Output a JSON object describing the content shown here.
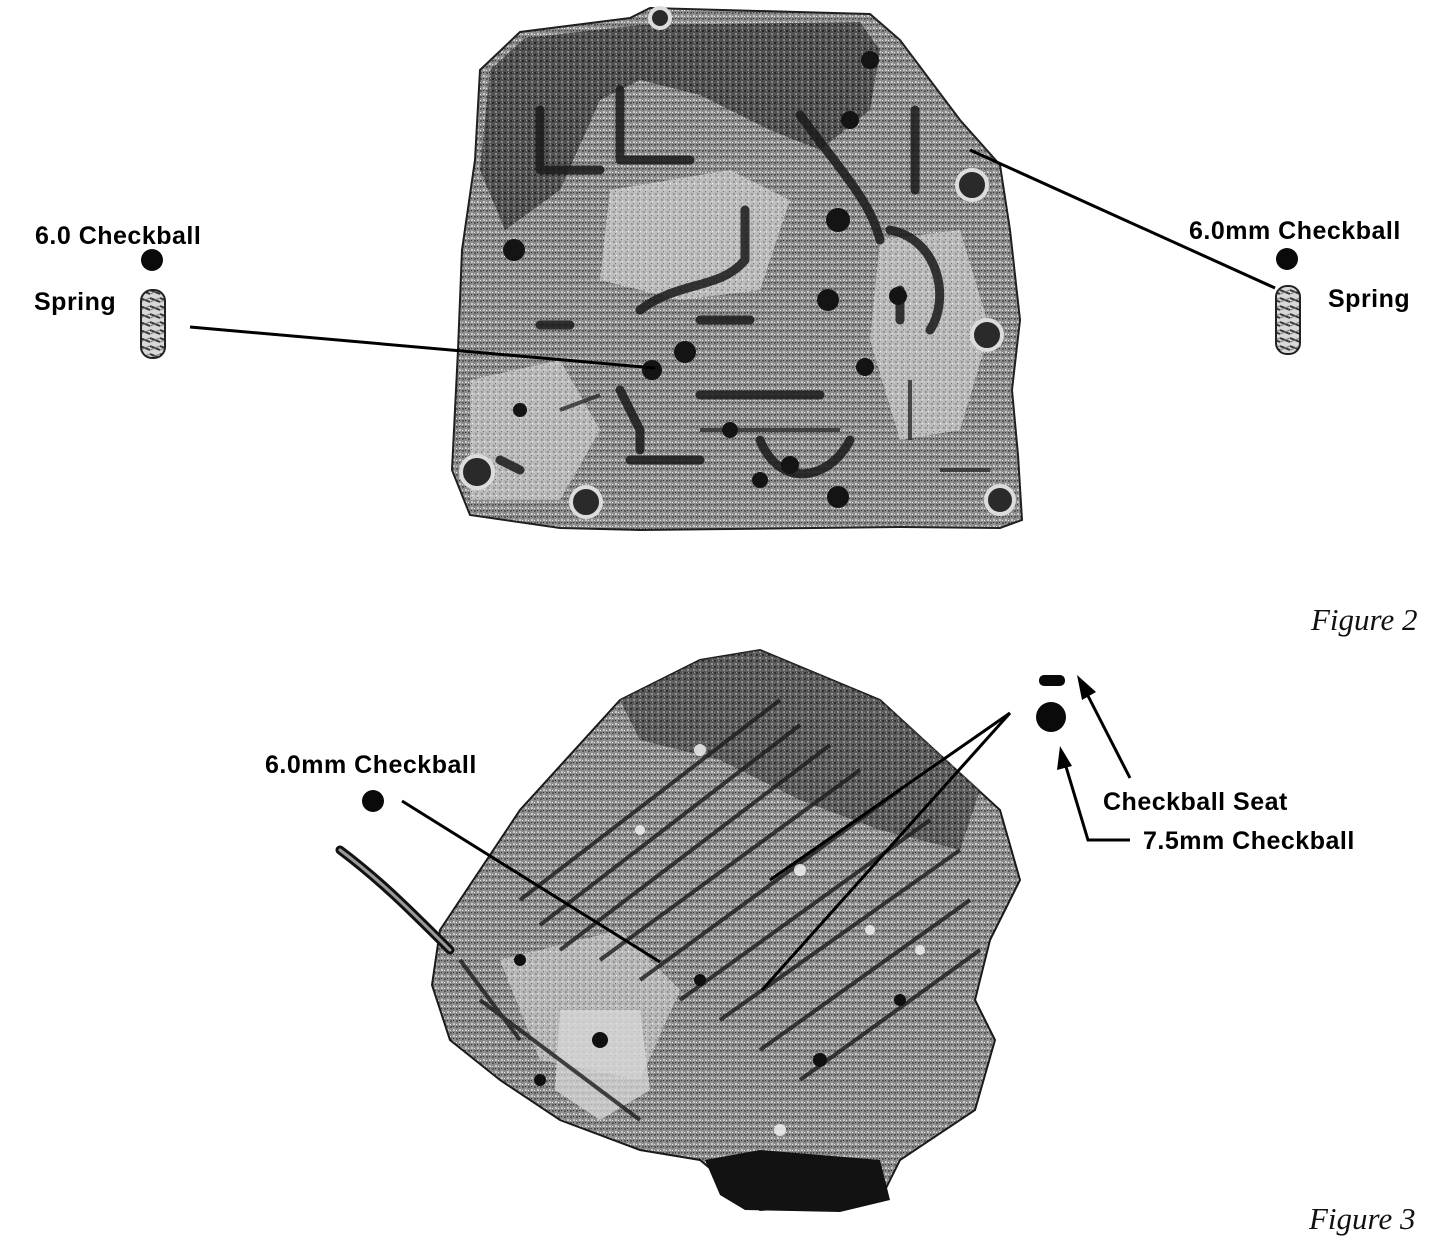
{
  "figure2": {
    "caption": "Figure 2",
    "left_checkball_label": "6.0 Checkball",
    "left_spring_label": "Spring",
    "right_checkball_label": "6.0mm Checkball",
    "right_spring_label": "Spring"
  },
  "figure3": {
    "caption": "Figure 3",
    "checkball_label": "6.0mm Checkball",
    "seat_label": "Checkball Seat",
    "large_checkball_label": "7.5mm Checkball"
  },
  "colors": {
    "ink": "#000000",
    "casting_shade": "#4a4a4a",
    "casting_light": "#c8c8c8",
    "background": "#ffffff"
  }
}
